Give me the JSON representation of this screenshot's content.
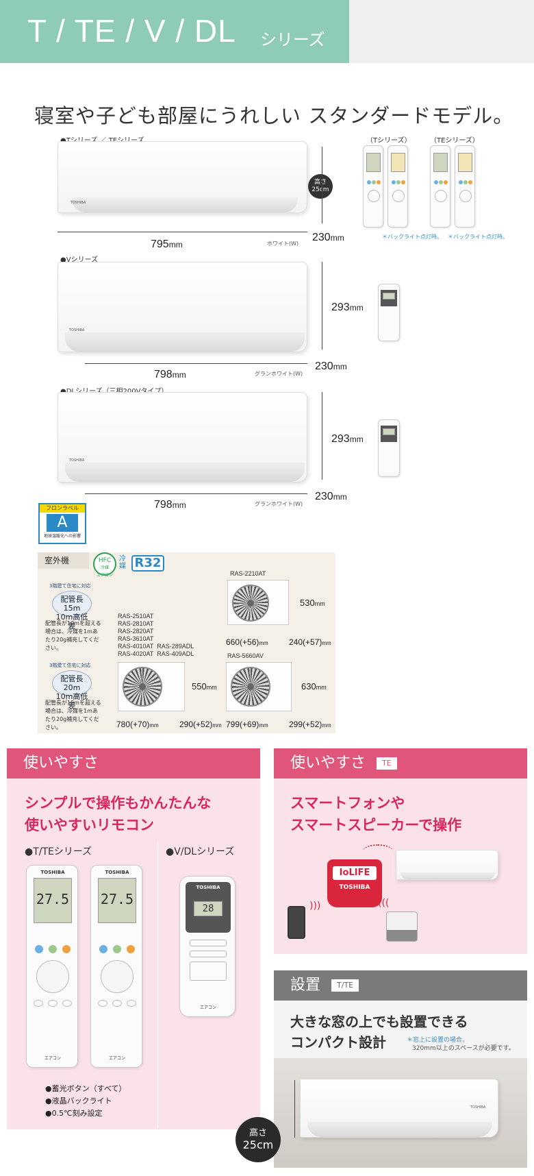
{
  "header": {
    "title_main": "T / TE / V / DL",
    "title_suffix": "シリーズ"
  },
  "headline": "寝室や子ども部屋にうれしい スタンダードモデル。",
  "indoor": {
    "t_te": {
      "label": "●Tシリーズ ／ TEシリーズ",
      "width": "795",
      "depth": "230",
      "unit": "mm",
      "color": "ホワイト(W)",
      "height_badge_label": "高さ",
      "height_badge_value": "25cm"
    },
    "v": {
      "label": "●Vシリーズ",
      "width": "798",
      "depth": "230",
      "height": "293",
      "unit": "mm",
      "color": "グランホワイト(W)"
    },
    "dl": {
      "label": "●DLシリーズ（三相200Vタイプ）",
      "width": "798",
      "depth": "230",
      "height": "293",
      "unit": "mm",
      "color": "グランホワイト(W)"
    }
  },
  "remotes_top": {
    "t_label": "（Tシリーズ）",
    "te_label": "（TEシリーズ）",
    "t_note": "＊バックライト点灯時。",
    "te_note": "＊バックライト点灯時。"
  },
  "freon_label": {
    "top": "フロンラベル",
    "grade": "A",
    "bottom": "地球温暖化への影響"
  },
  "outdoor": {
    "label": "室外機",
    "hfc_text": "HFC",
    "hfc_sub1": "冷媒",
    "hfc_sub2": "エアコン",
    "refrigerant_kanji": "冷媒",
    "refrigerant": "R32",
    "pipe1": {
      "title": "3階建て住宅に対応",
      "line1": "配管長 15m",
      "line2": "10m高低差",
      "note": "配管長が10mを超える場合は、冷媒を1mあたり20g補充してください。"
    },
    "pipe2": {
      "title": "3階建て住宅に対応",
      "line1": "配管長 20m",
      "line2": "10m高低差",
      "note": "配管長が15mを超える場合は、冷媒を1mあたり20g補充してください。"
    },
    "models_group1": [
      "RAS-2510AT",
      "RAS-2810AT",
      "RAS-2820AT",
      "RAS-3610AT"
    ],
    "models_group2": [
      "RAS-4010AT  RAS-289ADL",
      "RAS-4020AT  RAS-409ADL"
    ],
    "small_model": "RAS-2210AT",
    "small_height": "530",
    "small_width": "660(+56)",
    "small_depth": "240(+57)",
    "mid_height": "550",
    "mid_width": "780(+70)",
    "mid_depth": "290(+52)",
    "large_model": "RAS-5660AV",
    "large_height": "630",
    "large_width": "799(+69)",
    "large_depth": "299(+52)",
    "unit": "mm"
  },
  "feature1": {
    "bar": "使いやすさ",
    "headline1": "シンプルで操作もかんたんな",
    "headline2": "使いやすいリモコン",
    "left_series": "●T/TEシリーズ",
    "right_series": "●V/DLシリーズ",
    "remote_temp": "27.5",
    "remote_temp_v": "28",
    "remote_brand": "TOSHIBA",
    "remote_name": "エアコン",
    "bullets": [
      "●蓄光ボタン（すべて）",
      "●液晶バックライト",
      "●0.5℃刻み設定"
    ]
  },
  "feature2": {
    "bar": "使いやすさ",
    "tag": "TE",
    "headline1": "スマートフォンや",
    "headline2": "スマートスピーカーで操作",
    "iolife": "IoLIFE",
    "brand": "TOSHIBA"
  },
  "feature3": {
    "bar": "設置",
    "tag": "T/TE",
    "headline1": "大きな窓の上でも設置できる",
    "headline2": "コンパクト設計",
    "note1": "＊窓上に設置の場合、",
    "note2": "320mm以上のスペースが必要です。",
    "badge_label": "高さ",
    "badge_value": "25cm",
    "brand": "TOSHIBA"
  }
}
